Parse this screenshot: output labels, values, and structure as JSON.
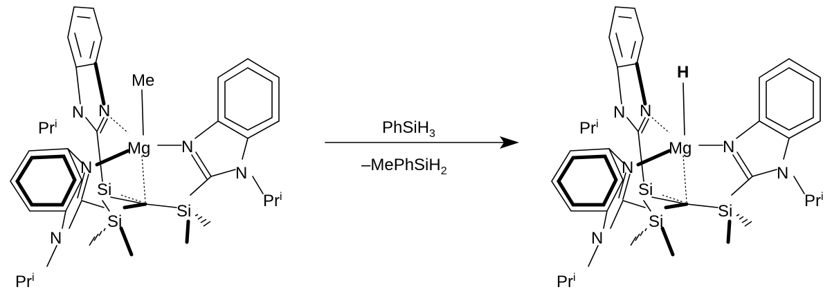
{
  "reaction": {
    "reagent_above": "PhSiH3",
    "reagent_above_base": "PhSiH",
    "reagent_above_sub": "3",
    "reagent_below": "–MePhSiH2",
    "reagent_below_base": "–MePhSiH",
    "reagent_below_sub": "2"
  },
  "reactant": {
    "axial_ligand": "Me",
    "metal": "Mg",
    "silicon": "Si",
    "nitrogen": "N",
    "isopropyl_base": "Pr",
    "isopropyl_sup": "i"
  },
  "product": {
    "axial_ligand": "H",
    "axial_ligand_color": "#1f3bff",
    "metal": "Mg",
    "silicon": "Si",
    "nitrogen": "N",
    "isopropyl_base": "Pr",
    "isopropyl_sup": "i"
  }
}
